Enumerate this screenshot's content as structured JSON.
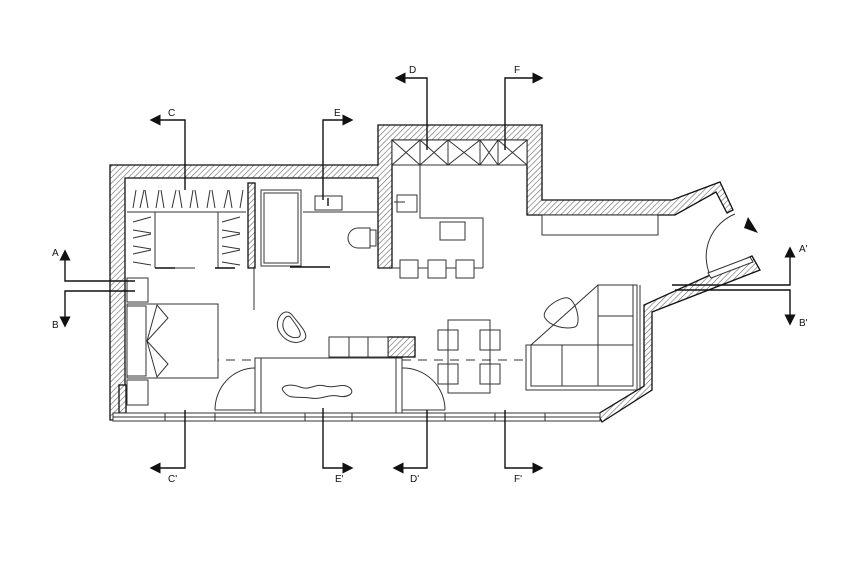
{
  "section_labels": {
    "A": "A",
    "B": "B",
    "C": "C",
    "D": "D",
    "E": "E",
    "F": "F",
    "A_prime": "A'",
    "B_prime": "B'",
    "C_prime": "C'",
    "D_prime": "D'",
    "E_prime": "E'",
    "F_prime": "F'"
  },
  "colors": {
    "line": "#111111",
    "background": "#ffffff"
  }
}
